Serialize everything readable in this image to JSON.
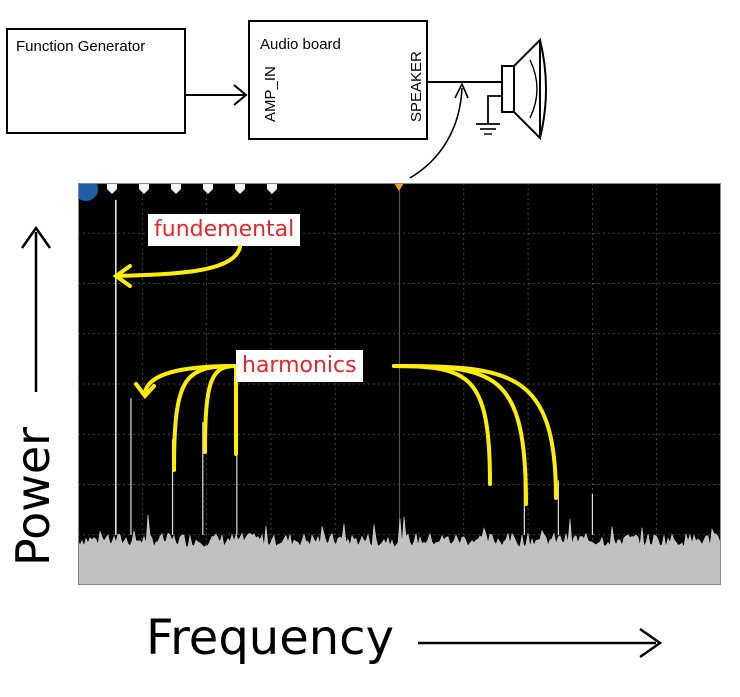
{
  "blocks": {
    "function_generator": {
      "label": "Function Generator"
    },
    "audio_board": {
      "label": "Audio board",
      "input_port": "AMP_IN",
      "output_port": "SPEAKER"
    }
  },
  "annotations": {
    "fundamental": "fundemental",
    "harmonics": "harmonics"
  },
  "axes": {
    "y_title": "Power",
    "x_title": "Frequency"
  },
  "colors": {
    "annotation_text": "#e8262b",
    "annotation_arrow": "#ffee00",
    "scope_background": "#000000",
    "grid": "#555555",
    "noise_floor": "#c0c0c0",
    "cursor_marker": "#f0a020"
  },
  "chart_data": {
    "type": "line",
    "title": "",
    "xlabel": "Frequency",
    "ylabel": "Power",
    "grid": true,
    "spectral_peaks": [
      {
        "x": 1.0,
        "role": "fundamental",
        "level": 0.98
      },
      {
        "x": 1.4,
        "role": "harmonic",
        "level": 0.4
      },
      {
        "x": 2.5,
        "role": "harmonic",
        "level": 0.28
      },
      {
        "x": 3.3,
        "role": "harmonic",
        "level": 0.33
      },
      {
        "x": 4.2,
        "role": "harmonic",
        "level": 0.3
      },
      {
        "x": 11.8,
        "role": "harmonic",
        "level": 0.18
      },
      {
        "x": 12.7,
        "role": "harmonic",
        "level": 0.16
      },
      {
        "x": 13.6,
        "role": "harmonic",
        "level": 0.12
      }
    ],
    "xlim": [
      0,
      17
    ],
    "ylim": [
      0,
      1
    ]
  }
}
